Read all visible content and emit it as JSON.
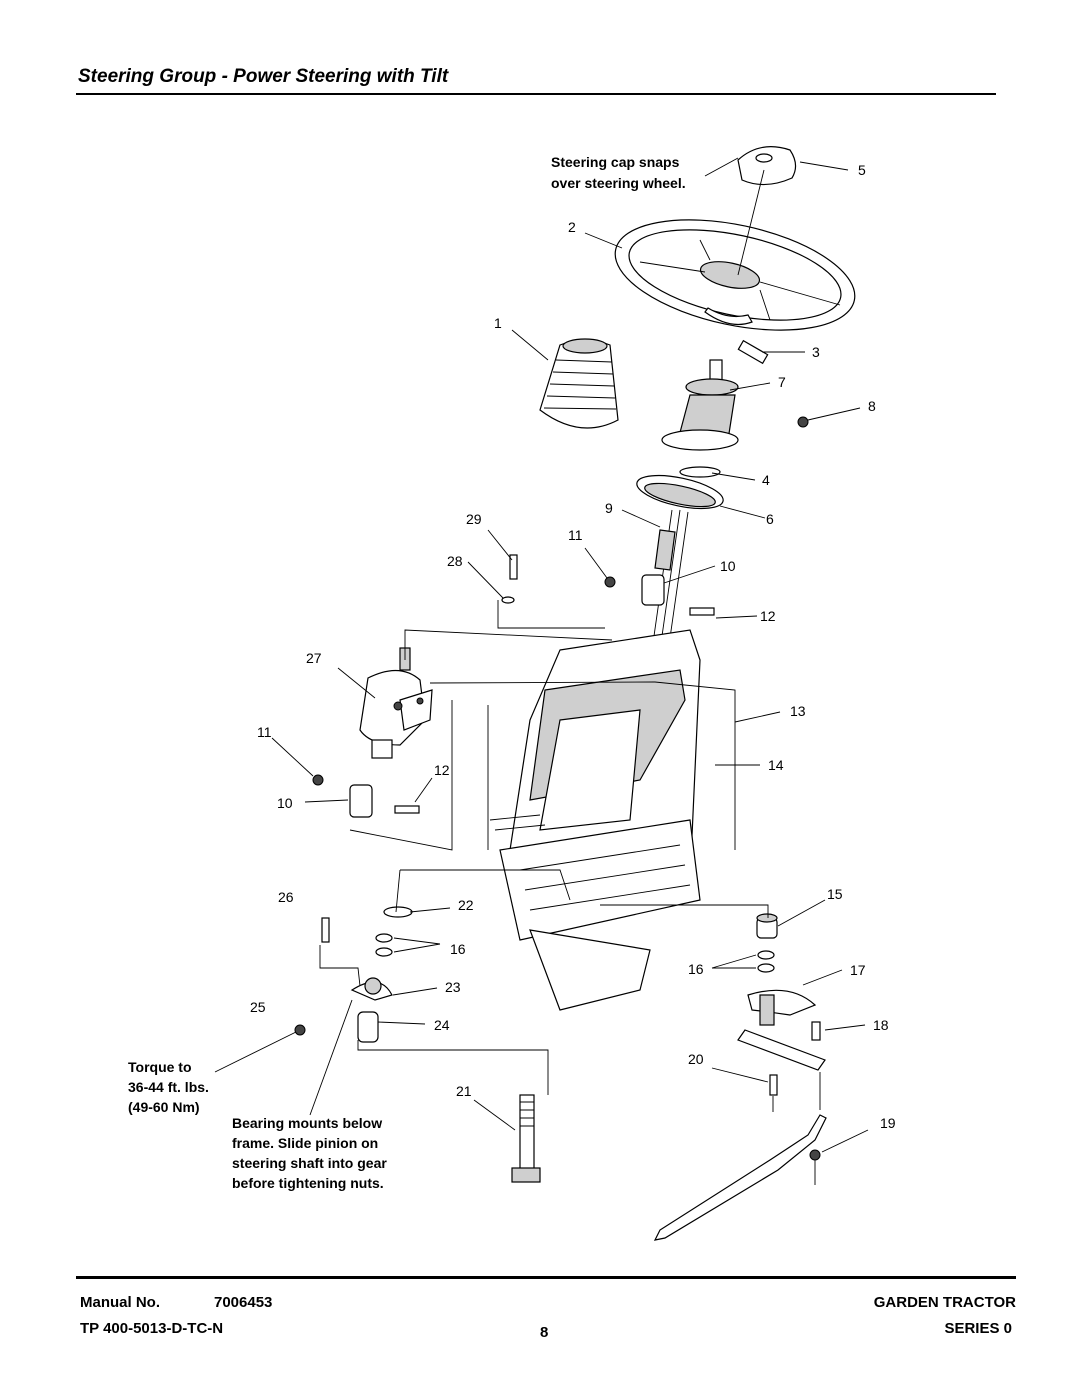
{
  "header": {
    "title": "Steering Group - Power Steering with Tilt"
  },
  "notes": {
    "cap": [
      "Steering cap snaps",
      "over steering wheel."
    ],
    "torque": [
      "Torque to",
      "36-44 ft. lbs.",
      "(49-60 Nm)"
    ],
    "bearing": [
      "Bearing mounts below",
      "frame.  Slide pinion on",
      "steering shaft into gear",
      "before tightening nuts."
    ]
  },
  "callouts": [
    "5",
    "2",
    "1",
    "3",
    "7",
    "8",
    "4",
    "9",
    "6",
    "29",
    "11",
    "28",
    "10",
    "12",
    "27",
    "13",
    "11",
    "12",
    "14",
    "10",
    "26",
    "22",
    "15",
    "16",
    "16",
    "17",
    "23",
    "25",
    "24",
    "18",
    "20",
    "21",
    "19"
  ],
  "footer": {
    "manual_label": "Manual No.",
    "manual_no": "7006453",
    "tp": "TP 400-5013-D-TC-N",
    "page": "8",
    "product": "GARDEN TRACTOR",
    "series": "SERIES 0"
  }
}
